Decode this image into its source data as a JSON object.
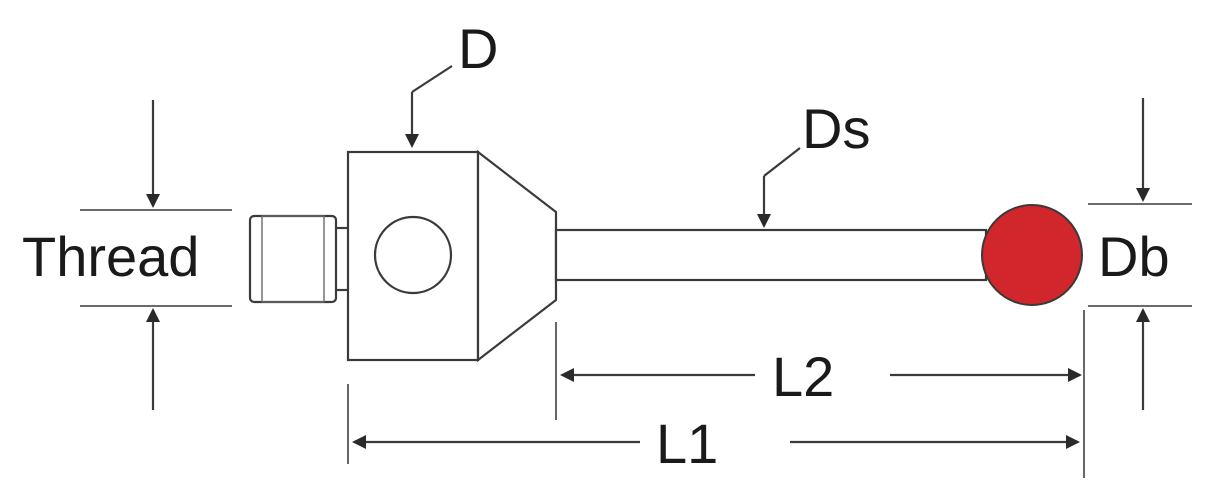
{
  "labels": {
    "thread": "Thread",
    "d": "D",
    "ds": "Ds",
    "db": "Db",
    "l1": "L1",
    "l2": "L2"
  },
  "colors": {
    "ball": "#d0262c",
    "body_fill": "#ffffff",
    "stroke": "#3a3a3a"
  }
}
